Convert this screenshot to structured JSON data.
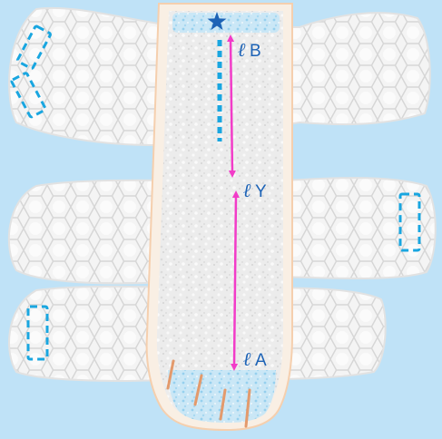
{
  "labels": {
    "top": {
      "symbol": "ℓ",
      "letter": "B"
    },
    "middle": {
      "symbol": "ℓ",
      "letter": "Y"
    },
    "bottom": {
      "symbol": "ℓ",
      "letter": "A"
    }
  },
  "marker": "star",
  "colors": {
    "background": "#bfe2f7",
    "pad": "#f3f3f3",
    "pad_quilt": "#d9d9d9",
    "dash_rect": "#19a6e0",
    "dotted_line": "#19a6e0",
    "measure_arrow": "#f23cc8",
    "label_text": "#1d63b6",
    "star": "#1d63b6",
    "toe_lines": "#e39a6c",
    "foot_base": "#f9efe4",
    "foot_border": "#f5cfae"
  }
}
